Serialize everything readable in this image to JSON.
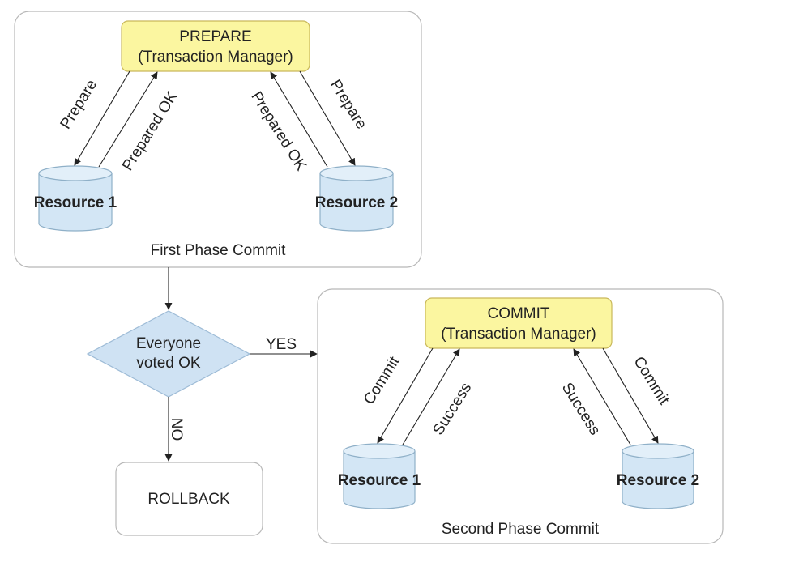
{
  "phase1": {
    "manager_line1": "PREPARE",
    "manager_line2": "(Transaction Manager)",
    "caption": "First Phase Commit",
    "resource1": "Resource 1",
    "resource2": "Resource 2",
    "arrow_prepare_r1": "Prepare",
    "arrow_ok_r1": "Prepared OK",
    "arrow_ok_r2": "Prepared OK",
    "arrow_prepare_r2": "Prepare"
  },
  "decision": {
    "line1": "Everyone",
    "line2": "voted OK",
    "yes_label": "YES",
    "no_label": "NO"
  },
  "rollback": {
    "label": "ROLLBACK"
  },
  "phase2": {
    "manager_line1": "COMMIT",
    "manager_line2": "(Transaction Manager)",
    "caption": "Second Phase Commit",
    "resource1": "Resource 1",
    "resource2": "Resource 2",
    "arrow_commit_r1": "Commit",
    "arrow_success_r1": "Success",
    "arrow_success_r2": "Success",
    "arrow_commit_r2": "Commit"
  },
  "colors": {
    "manager_fill": "#fbf6a0",
    "manager_stroke": "#c9b85a",
    "cylinder_fill": "#d3e6f5",
    "cylinder_stroke": "#8fb0c8",
    "diamond_fill": "#cfe2f3",
    "diamond_stroke": "#9dbbd6",
    "panel_stroke": "#b8b8b8",
    "arrow": "#222222"
  }
}
